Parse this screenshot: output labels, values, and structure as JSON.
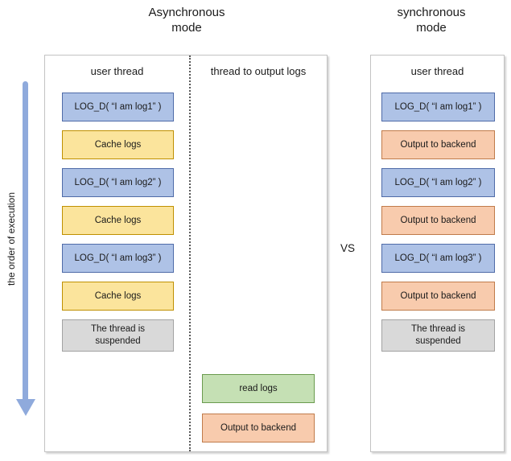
{
  "titles": {
    "async": {
      "line1": "Asynchronous",
      "line2": "mode"
    },
    "sync": {
      "line1": "synchronous",
      "line2": "mode"
    }
  },
  "vs_label": "VS",
  "execution_arrow": {
    "label": "the order of execution"
  },
  "async_panel": {
    "user_thread": {
      "header": "user thread",
      "boxes": [
        {
          "label": "LOG_D( “I am log1” )",
          "type": "log"
        },
        {
          "label": "Cache logs",
          "type": "cache"
        },
        {
          "label": "LOG_D( “I am log2” )",
          "type": "log"
        },
        {
          "label": "Cache logs",
          "type": "cache"
        },
        {
          "label": "LOG_D( “I am log3” )",
          "type": "log"
        },
        {
          "label": "Cache logs",
          "type": "cache"
        },
        {
          "label": "The thread is\nsuspended",
          "type": "suspended"
        }
      ]
    },
    "output_thread": {
      "header": "thread to output logs",
      "boxes": [
        {
          "label": "read logs",
          "type": "read"
        },
        {
          "label": "Output to backend",
          "type": "output"
        }
      ]
    }
  },
  "sync_panel": {
    "user_thread": {
      "header": "user thread",
      "boxes": [
        {
          "label": "LOG_D( “I am log1” )",
          "type": "log"
        },
        {
          "label": "Output to backend",
          "type": "output"
        },
        {
          "label": "LOG_D( “I am log2” )",
          "type": "log"
        },
        {
          "label": "Output to backend",
          "type": "output"
        },
        {
          "label": "LOG_D( “I am log3” )",
          "type": "log"
        },
        {
          "label": "Output to backend",
          "type": "output"
        },
        {
          "label": "The thread is\nsuspended",
          "type": "suspended"
        }
      ]
    }
  },
  "colors": {
    "log_fill": "#aec2e6",
    "log_border": "#4f6ba8",
    "cache_fill": "#fbe49c",
    "cache_border": "#bf9000",
    "output_fill": "#f8cbad",
    "output_border": "#c07b4a",
    "read_fill": "#c5e0b4",
    "read_border": "#6a9b4e",
    "suspended_fill": "#d9d9d9",
    "suspended_border": "#a3a3a3",
    "arrow": "#8faadc"
  }
}
